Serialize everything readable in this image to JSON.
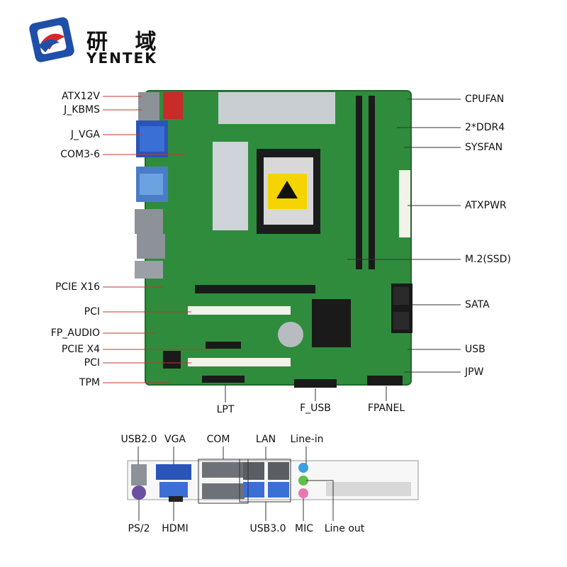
{
  "brand": {
    "name_cn": "研 域",
    "name_en": "YENTEK",
    "color": "#1f4fa8"
  },
  "board_labels": {
    "left": [
      "ATX12V",
      "J_KBMS",
      "J_VGA",
      "COM3-6",
      "PCIE X16",
      "PCI",
      "FP_AUDIO",
      "PCIE X4",
      "PCI",
      "TPM"
    ],
    "right": [
      "CPUFAN",
      "2*DDR4",
      "SYSFAN",
      "ATXPWR",
      "M.2(SSD)",
      "SATA",
      "USB",
      "JPW"
    ],
    "bottom": [
      "LPT",
      "F_USB",
      "FPANEL"
    ]
  },
  "io_labels": {
    "top": [
      "USB2.0",
      "VGA",
      "COM",
      "LAN",
      "Line-in"
    ],
    "bottom": [
      "PS/2",
      "HDMI",
      "USB3.0",
      "MIC",
      "Line out"
    ]
  },
  "board_colors": {
    "pcb": "#2e8b3a",
    "slot_black": "#1a1a1a",
    "slot_white": "#f2f2ea",
    "heatsink": "#c9ced3"
  }
}
